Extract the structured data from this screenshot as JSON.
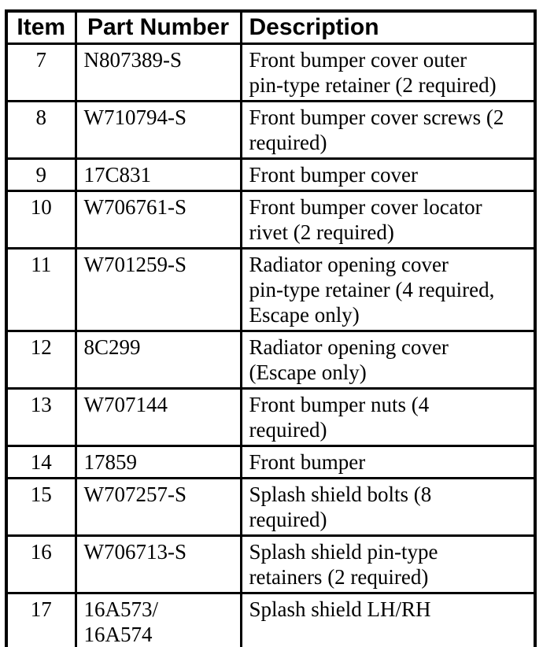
{
  "colors": {
    "background": "#ffffff",
    "border": "#000000",
    "text": "#000000"
  },
  "table": {
    "headers": [
      "Item",
      "Part Number",
      "Description"
    ],
    "rows": [
      {
        "item": "7",
        "part_number": "N807389-S",
        "description": "Front bumper cover outer\npin-type retainer (2 required)"
      },
      {
        "item": "8",
        "part_number": "W710794-S",
        "description": "Front bumper cover screws (2\nrequired)"
      },
      {
        "item": "9",
        "part_number": "17C831",
        "description": "Front bumper cover"
      },
      {
        "item": "10",
        "part_number": "W706761-S",
        "description": "Front bumper cover locator\nrivet (2 required)"
      },
      {
        "item": "11",
        "part_number": "W701259-S",
        "description": "Radiator opening cover\npin-type retainer (4 required,\nEscape only)"
      },
      {
        "item": "12",
        "part_number": "8C299",
        "description": "Radiator opening cover\n(Escape only)"
      },
      {
        "item": "13",
        "part_number": "W707144",
        "description": "Front bumper nuts (4\nrequired)"
      },
      {
        "item": "14",
        "part_number": "17859",
        "description": "Front bumper"
      },
      {
        "item": "15",
        "part_number": "W707257-S",
        "description": "Splash shield bolts (8\nrequired)"
      },
      {
        "item": "16",
        "part_number": "W706713-S",
        "description": "Splash shield pin-type\nretainers (2 required)"
      },
      {
        "item": "17",
        "part_number": "16A573/\n16A574",
        "description": "Splash shield LH/RH"
      }
    ]
  }
}
